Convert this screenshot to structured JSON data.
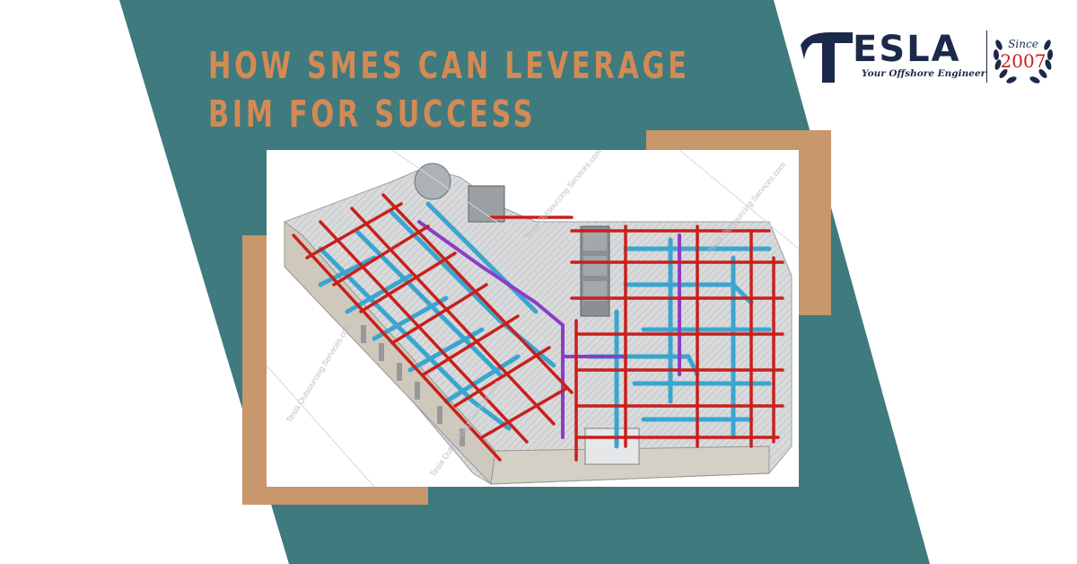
{
  "colors": {
    "teal": "#3e7a7e",
    "accent": "#c8976b",
    "title": "#d38a55",
    "navy": "#1b2a4a",
    "red": "#c8201c"
  },
  "headline": {
    "line1": "HOW SMES CAN LEVERAGE",
    "line2": "BIM FOR SUCCESS"
  },
  "logo": {
    "wordmark": "ESLA",
    "tagline": "Your Offshore Engineer",
    "since_label": "Since",
    "since_year": "2007",
    "icon": "tesla-t-icon",
    "wreath": "laurel-wreath-icon"
  },
  "image": {
    "subject": "bim-mep-model",
    "watermark": "Tesla Outsourcing Services.com"
  }
}
